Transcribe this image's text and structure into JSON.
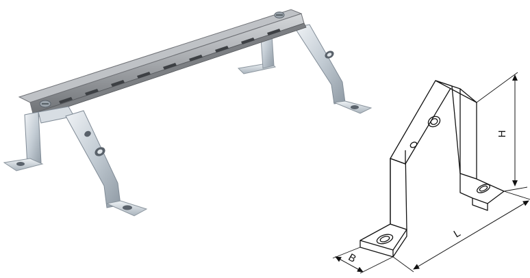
{
  "colors": {
    "background": "#ffffff",
    "rail_dark": "#6e7075",
    "rail_mid": "#a4a7ab",
    "rail_light": "#cfd2d5",
    "bracket_light": "#e4e9ee",
    "bracket_mid": "#b8c2cb",
    "bracket_dark": "#7f8a95",
    "line_drawing": "#111111"
  },
  "photo": {
    "subject": "din-rail-mounting-assembly"
  },
  "drawing": {
    "subject": "mounting-bracket-line-drawing",
    "dimensions": {
      "height_label": "H",
      "length_label": "L",
      "width_label": "B"
    }
  }
}
